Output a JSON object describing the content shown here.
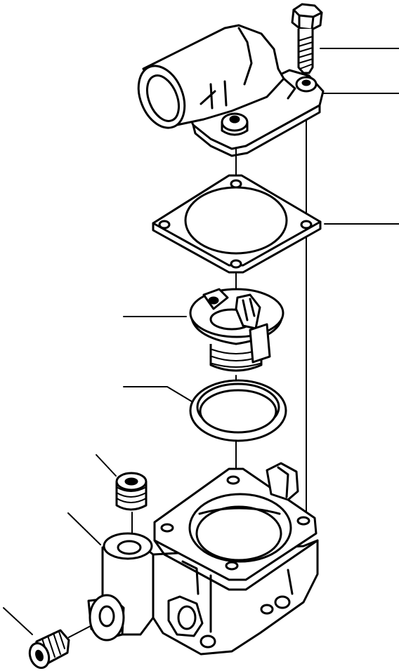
{
  "diagram": {
    "parts": [
      {
        "name": "bolt"
      },
      {
        "name": "thermostat-cover"
      },
      {
        "name": "gasket"
      },
      {
        "name": "thermostat"
      },
      {
        "name": "seal-ring"
      },
      {
        "name": "plug-upper"
      },
      {
        "name": "thermostat-housing"
      },
      {
        "name": "plug-lower"
      }
    ]
  }
}
